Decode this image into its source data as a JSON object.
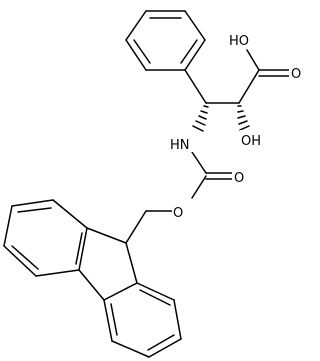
{
  "labels": {
    "acid_oh": "HO",
    "carbonyl_o": "O",
    "hydroxyl": "OH",
    "amine": "HN",
    "carbamate_o": "O",
    "ester_o": "O"
  },
  "colors": {
    "bond": "#000000",
    "background": "#ffffff"
  }
}
